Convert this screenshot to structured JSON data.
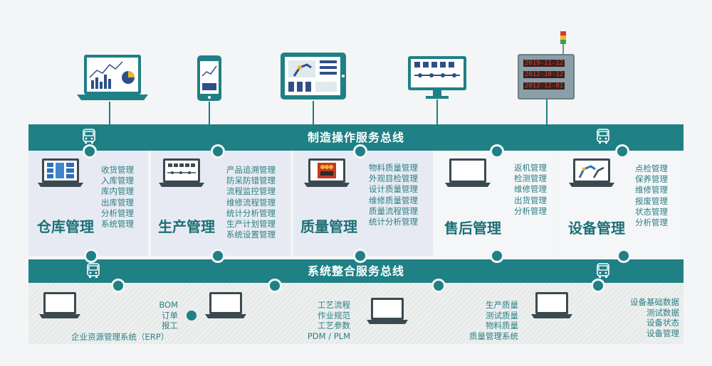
{
  "bus_top": "制造操作服务总线",
  "bus_bottom": "系统整合服务总线",
  "display_panel": [
    "2019-11-12",
    "2012-10-12",
    "2012-12-01"
  ],
  "modules": [
    {
      "title": "仓库管理",
      "items": [
        "收货管理",
        "入库管理",
        "库内管理",
        "出库管理",
        "分析管理",
        "系统管理"
      ]
    },
    {
      "title": "生产管理",
      "items": [
        "产品追溯管理",
        "防呆防错管理",
        "流程监控管理",
        "维修流程管理",
        "统计分析管理",
        "生产计划管理",
        "系统设置管理"
      ]
    },
    {
      "title": "质量管理",
      "items": [
        "物料质量管理",
        "外观目检管理",
        "设计质量管理",
        "维修质量管理",
        "质量流程管理",
        "统计分析管理"
      ]
    },
    {
      "title": "售后管理",
      "items": [
        "返机管理",
        "检测管理",
        "维修管理",
        "出货管理",
        "分析管理"
      ]
    },
    {
      "title": "设备管理",
      "items": [
        "点检管理",
        "保养管理",
        "维修管理",
        "报废管理",
        "状态管理",
        "分析管理"
      ]
    }
  ],
  "bottom": [
    {
      "items": [
        "BOM",
        "订单",
        "报工"
      ],
      "caption": "企业资源管理系统（ERP）"
    },
    {
      "items": [
        "工艺流程",
        "作业规范",
        "工艺参数",
        "PDM / PLM"
      ]
    },
    {
      "items": [
        "生产质量",
        "测试质量",
        "物料质量",
        "质量管理系统"
      ]
    },
    {
      "items": [
        "设备基础数据",
        "测试数据",
        "设备状态",
        "设备管理"
      ]
    }
  ],
  "colors": {
    "teal": "#1f8085",
    "module_bg": "#e7eaf2",
    "text": "#2b7f84"
  },
  "icons": [
    "laptop-chart-icon",
    "phone-chart-icon",
    "tablet-robot-icon",
    "monitor-flow-icon",
    "andon-display-icon",
    "bus-icon"
  ]
}
